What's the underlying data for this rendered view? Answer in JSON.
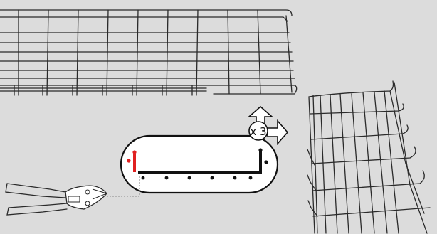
{
  "diagram": {
    "repeat_badge": "x 3",
    "colors": {
      "background": "#dcdcdc",
      "wire": "#2a2a2a",
      "highlight_cut": "#e02020",
      "callout_outline": "#111111",
      "callout_fill": "#ffffff",
      "leader_line": "#9a9a9a"
    },
    "icons": [
      "wire-tray-horizontal",
      "wire-tray-angled",
      "bolt-cutter-icon",
      "arrow-up-icon",
      "arrow-right-icon"
    ]
  }
}
